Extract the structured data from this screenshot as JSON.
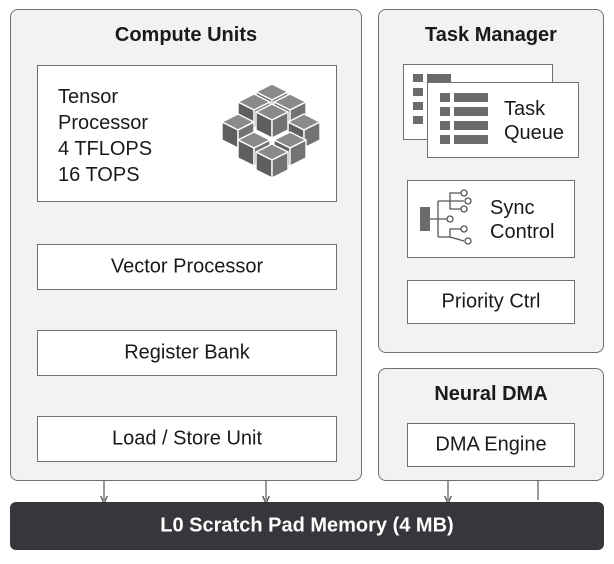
{
  "compute_units": {
    "title": "Compute Units",
    "tensor_processor": {
      "lines": [
        "Tensor",
        "Processor",
        "4 TFLOPS",
        "16 TOPS"
      ],
      "icon": "cube-cluster-icon"
    },
    "vector_processor": "Vector Processor",
    "register_bank": "Register Bank",
    "load_store_unit": "Load / Store Unit"
  },
  "task_manager": {
    "title": "Task Manager",
    "task_queue": {
      "lines": [
        "Task",
        "Queue"
      ],
      "icon": "list-documents-icon"
    },
    "sync_control": {
      "lines": [
        "Sync",
        "Control"
      ],
      "icon": "tree-hierarchy-icon"
    },
    "priority_ctrl": "Priority Ctrl"
  },
  "neural_dma": {
    "title": "Neural DMA",
    "dma_engine": "DMA Engine"
  },
  "memory": {
    "label": "L0 Scratch Pad Memory (4 MB)"
  },
  "colors": {
    "panel_bg": "#f2f2f3",
    "border": "#6f6f6f",
    "cube": "#6b6b6e",
    "memory_bar": "#35373b"
  }
}
